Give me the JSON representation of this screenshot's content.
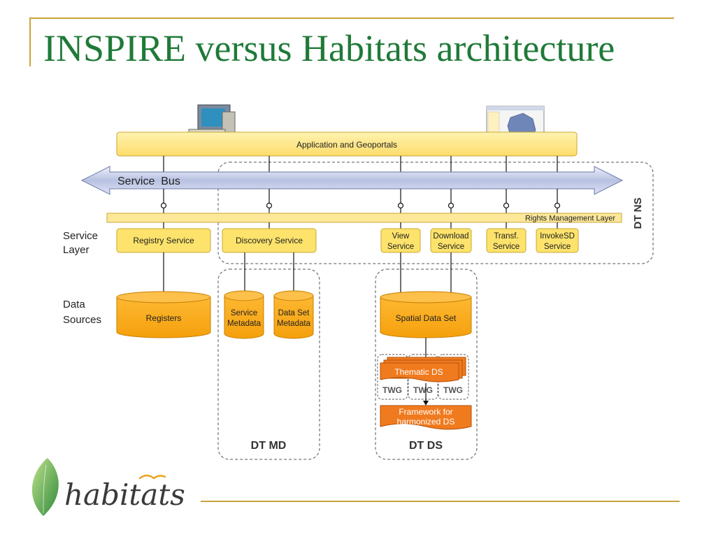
{
  "title": "INSPIRE versus Habitats architecture",
  "app_bar": "Application and Geoportals",
  "service_bus": "Service  Bus",
  "rights_layer": "Rights Management Layer",
  "side_labels": {
    "service_layer_1": "Service",
    "service_layer_2": "Layer",
    "data_sources_1": "Data",
    "data_sources_2": "Sources"
  },
  "services": {
    "registry": "Registry Service",
    "discovery": "Discovery Service",
    "view_1": "View",
    "view_2": "Service",
    "download_1": "Download",
    "download_2": "Service",
    "transf_1": "Transf.",
    "transf_2": "Service",
    "invoke_1": "InvokeSD",
    "invoke_2": "Service"
  },
  "data": {
    "registers": "Registers",
    "service_md_1": "Service",
    "service_md_2": "Metadata",
    "dataset_md_1": "Data Set",
    "dataset_md_2": "Metadata",
    "spatial": "Spatial Data Set",
    "thematic": "Thematic DS",
    "twg": "TWG",
    "framework_1": "Framework for",
    "framework_2": "harmonized DS"
  },
  "groups": {
    "dt_ns": "DT NS",
    "dt_md": "DT MD",
    "dt_ds": "DT DS"
  },
  "logo_text": "habitats",
  "colors": {
    "title_green": "#1f7a38",
    "accent_gold": "#c9a43a",
    "service_yellow": "#fde36b",
    "cylinder_orange": "#fbab19",
    "thematic_orange": "#f07a1e",
    "bus_blue": "#c5cde8",
    "logo_green": "#2f8a3c"
  }
}
